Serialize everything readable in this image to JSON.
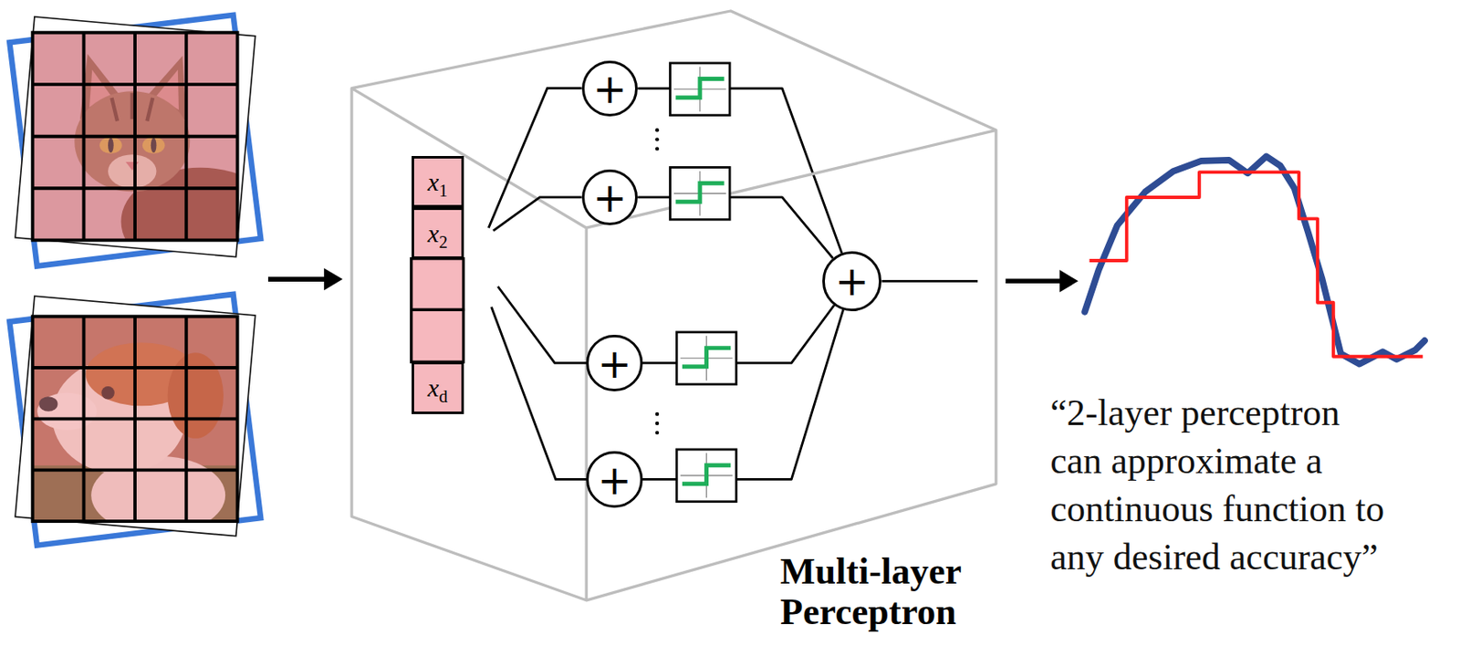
{
  "diagram": {
    "nodes": [
      {
        "text": [
          "Multi-layer Perceptron"
        ]
      },
      {
        "text": [
          "x1"
        ],
        "in": 0
      },
      {
        "text": [
          "x2"
        ],
        "in": 0
      },
      {
        "text": [
          "xd"
        ],
        "in": 0
      },
      {
        "text": [
          "+"
        ],
        "in": 0
      },
      {
        "text": [
          "+"
        ],
        "in": 0
      },
      {
        "text": [
          "+"
        ],
        "in": 0
      },
      {
        "text": [
          "+"
        ],
        "in": 0
      },
      {
        "text": [
          "+"
        ],
        "in": 0
      }
    ],
    "edges": [
      {
        "from": 4,
        "to": 8,
        "arrow": "none"
      },
      {
        "from": 5,
        "to": 8,
        "arrow": "none"
      },
      {
        "from": 6,
        "to": 8,
        "arrow": "none"
      },
      {
        "from": 7,
        "to": 8,
        "arrow": "none"
      }
    ],
    "labels": [
      "“2-layer perceptron can approximate a continuous function to any desired accuracy”"
    ]
  }
}
